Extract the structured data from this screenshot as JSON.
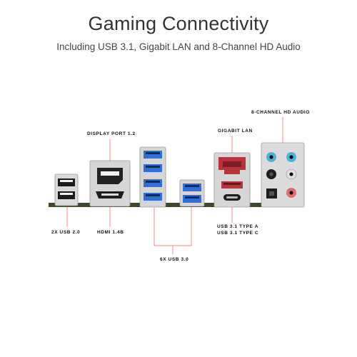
{
  "header": {
    "title": "Gaming Connectivity",
    "subtitle": "Including USB 3.1, Gigabit LAN and 8-Channel HD Audio"
  },
  "callouts": {
    "audio": "8-CHANNEL HD AUDIO",
    "display_port": "DISPLAY PORT 1.2",
    "gigabit_lan": "GIGABIT LAN",
    "usb2": "2X USB 2.0",
    "hdmi": "HDMI 1.4B",
    "usb31_a": "USB 3.1 TYPE A",
    "usb31_c": "USB 3.1 TYPE C",
    "usb3": "6X USB 3.0"
  },
  "colors": {
    "callout_line": "#e88080",
    "usb3_blue": "#2f6fd6",
    "lan_red": "#b8343a",
    "board_green": "#3c4a2c"
  }
}
